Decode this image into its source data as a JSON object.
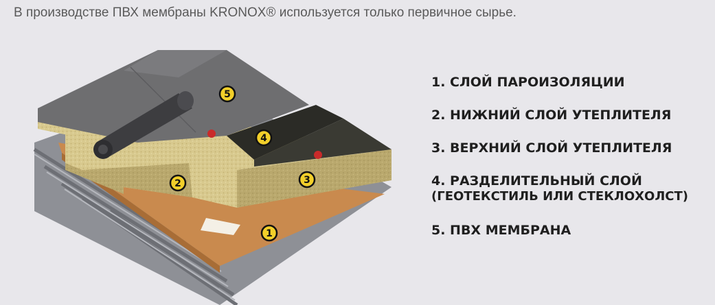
{
  "header": {
    "intro_text": "В производстве ПВХ мембраны KRONOX® используется только первичное сырье."
  },
  "diagram": {
    "markers": [
      "1",
      "2",
      "3",
      "4",
      "5"
    ]
  },
  "legend": {
    "items": [
      {
        "label": "1. СЛОЙ ПАРОИЗОЛЯЦИИ",
        "sub": ""
      },
      {
        "label": "2. НИЖНИЙ СЛОЙ УТЕПЛИТЕЛЯ",
        "sub": ""
      },
      {
        "label": "3. ВЕРХНИЙ СЛОЙ УТЕПЛИТЕЛЯ",
        "sub": ""
      },
      {
        "label": "4. РАЗДЕЛИТЕЛЬНЫЙ СЛОЙ",
        "sub": "(ГЕОТЕКСТИЛЬ ИЛИ СТЕКЛОХОЛСТ)"
      },
      {
        "label": "5. ПВХ МЕМБРАНА",
        "sub": ""
      }
    ]
  },
  "colors": {
    "background": "#e8e7eb",
    "membrane": "#6e6e70",
    "insulation": "#d8c98e",
    "separator": "#2b2b26",
    "vapor_barrier": "#c98a4e",
    "steel_deck": "#8e9096",
    "marker_fill": "#f2cf2a"
  }
}
